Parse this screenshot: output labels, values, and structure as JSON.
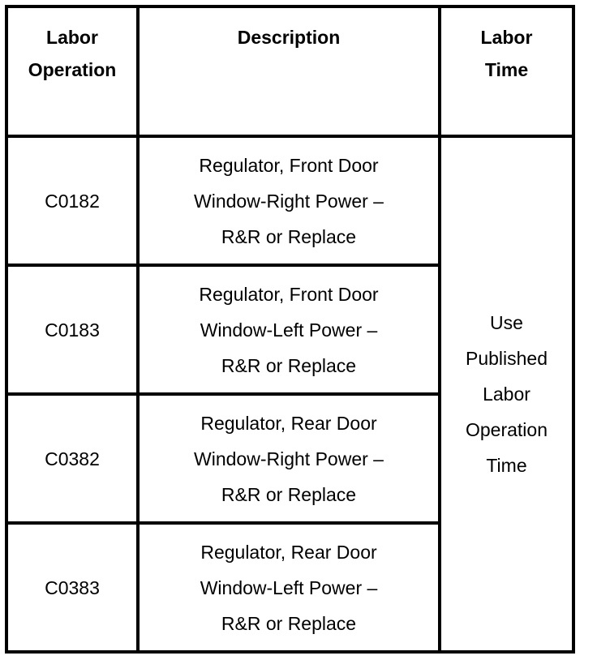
{
  "table": {
    "headers": {
      "labor_operation": "Labor\nOperation",
      "description": "Description",
      "labor_time": "Labor\nTime"
    },
    "rows": [
      {
        "code": "C0182",
        "description": "Regulator, Front Door\nWindow-Right Power –\nR&R or Replace"
      },
      {
        "code": "C0183",
        "description": "Regulator, Front Door\nWindow-Left Power –\nR&R or Replace"
      },
      {
        "code": "C0382",
        "description": "Regulator, Rear Door\nWindow-Right Power –\nR&R or Replace"
      },
      {
        "code": "C0383",
        "description": "Regulator, Rear Door\nWindow-Left Power –\nR&R or Replace"
      }
    ],
    "labor_time_value": "Use\nPublished\nLabor\nOperation\nTime",
    "colors": {
      "border": "#000000",
      "background": "#ffffff",
      "text": "#000000"
    }
  }
}
